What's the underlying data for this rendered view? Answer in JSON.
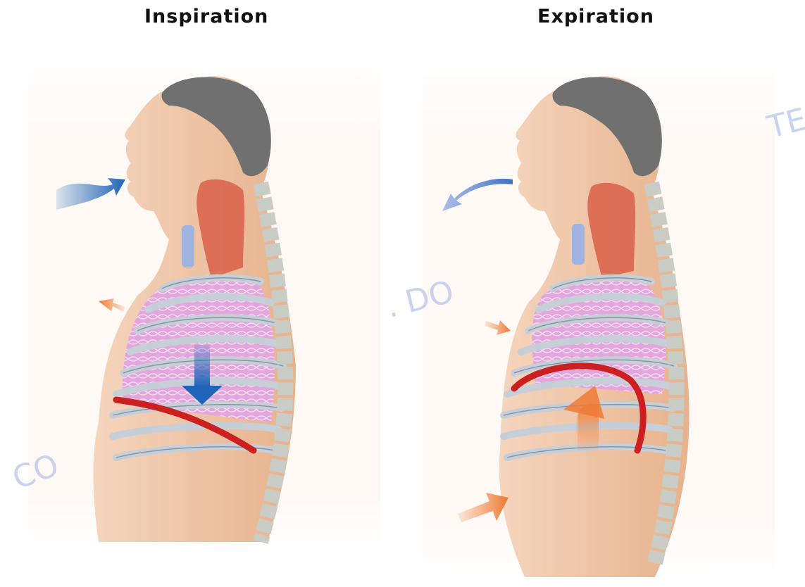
{
  "titles": {
    "inspiration": "Inspiration",
    "expiration": "Expiration"
  },
  "watermarks": {
    "w1": ". DO",
    "w2": "TE",
    "w3": "CO"
  },
  "colors": {
    "air_in_arrow": "#1f64b8",
    "air_out_arrow": "#5a84d4",
    "chest_arrow": "#ef8040",
    "diaphragm": "#cc1f1f",
    "lung": "#d79ad6",
    "rib": "#c6cfd8",
    "skin": "#f3c9a8",
    "hair": "#6d6d6d",
    "neck_muscle": "#d9604a"
  }
}
